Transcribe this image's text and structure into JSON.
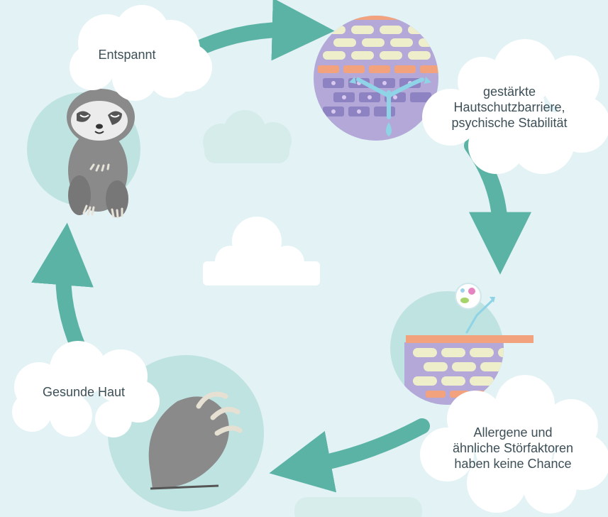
{
  "colors": {
    "background": "#e3f2f5",
    "circle": "#bfe3e1",
    "arrow": "#5bb3a5",
    "cloud": "#ffffff",
    "faint_cloud": "#d2ebe9",
    "brick_orange": "#f3a27e",
    "brick_cream": "#efeecb",
    "mortar_purple": "#b3a8d8",
    "sloth_body": "#8a8a8a",
    "sloth_face": "#ececec",
    "text": "#3d4f57"
  },
  "steps": [
    {
      "id": "relaxed",
      "label": "Entspannt",
      "icon": "sloth-icon"
    },
    {
      "id": "barrier",
      "label_lines": [
        "gestärkte",
        "Hautschutzbarriere,",
        "psychische Stabilität"
      ],
      "icon": "skin-barrier-icon"
    },
    {
      "id": "allergens",
      "label_lines": [
        "Allergene und",
        "ähnliche Störfaktoren",
        "haben keine Chance"
      ],
      "icon": "allergen-deflect-icon"
    },
    {
      "id": "healthy",
      "label": "Gesunde Haut",
      "icon": "sloth-claw-icon"
    }
  ]
}
